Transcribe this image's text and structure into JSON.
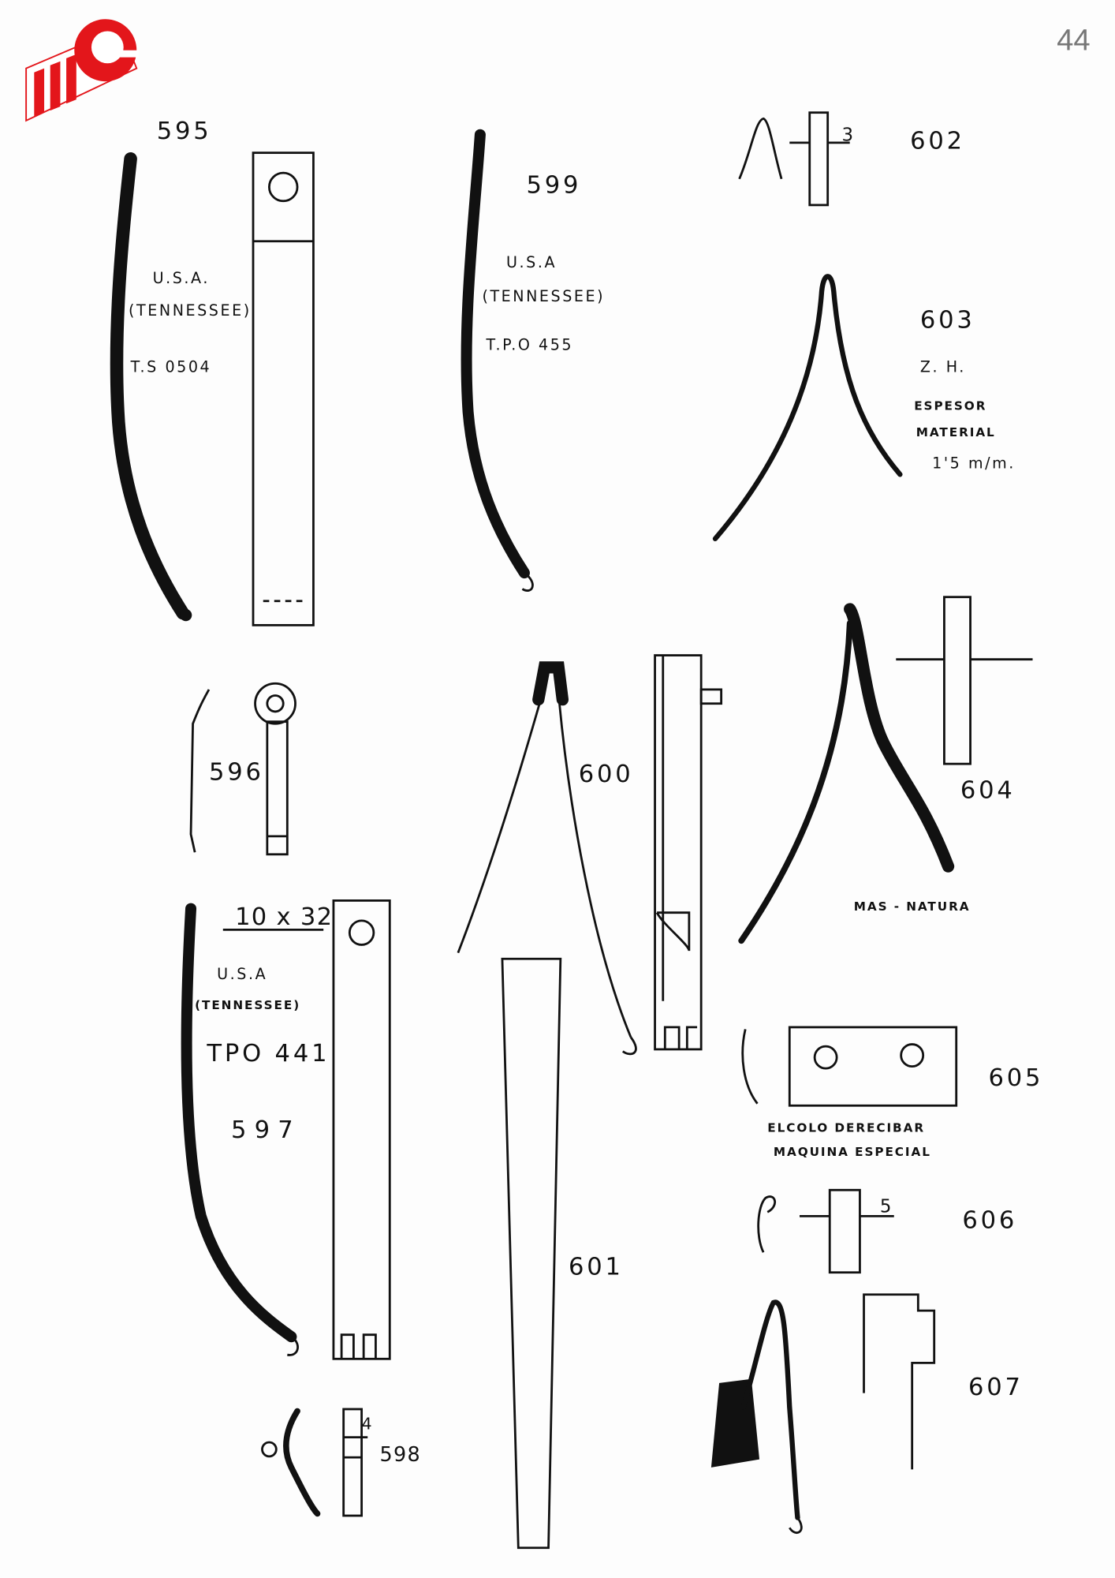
{
  "page_number": "44",
  "brand": {
    "logo_text": "me",
    "color": "#e3161b"
  },
  "items": {
    "i595": {
      "number": "595",
      "origin": "U.S.A.",
      "region": "(TENNESSEE)",
      "code": "T.S 0504"
    },
    "i596": {
      "number": "596"
    },
    "i597": {
      "number": "597",
      "size": "10 x 32",
      "origin": "U.S.A",
      "region": "(TENNESSEE)",
      "code": "TPO 441"
    },
    "i598": {
      "number": "598",
      "dim": "4"
    },
    "i599": {
      "number": "599",
      "origin": "U.S.A",
      "region": "(TENNESSEE)",
      "code": "T.P.O 455"
    },
    "i600": {
      "number": "600"
    },
    "i601": {
      "number": "601"
    },
    "i602": {
      "number": "602",
      "dim": "3"
    },
    "i603": {
      "number": "603",
      "line1": "Z. H.",
      "line2": "ESPESOR",
      "line3": "MATERIAL",
      "line4": "1'5 m/m."
    },
    "i604": {
      "number": "604",
      "note": "MAS - NATURA"
    },
    "i605": {
      "number": "605",
      "line1": "ELCOLO DERECIBAR",
      "line2": "MAQUINA ESPECIAL"
    },
    "i606": {
      "number": "606",
      "dim": "5"
    },
    "i607": {
      "number": "607"
    }
  }
}
